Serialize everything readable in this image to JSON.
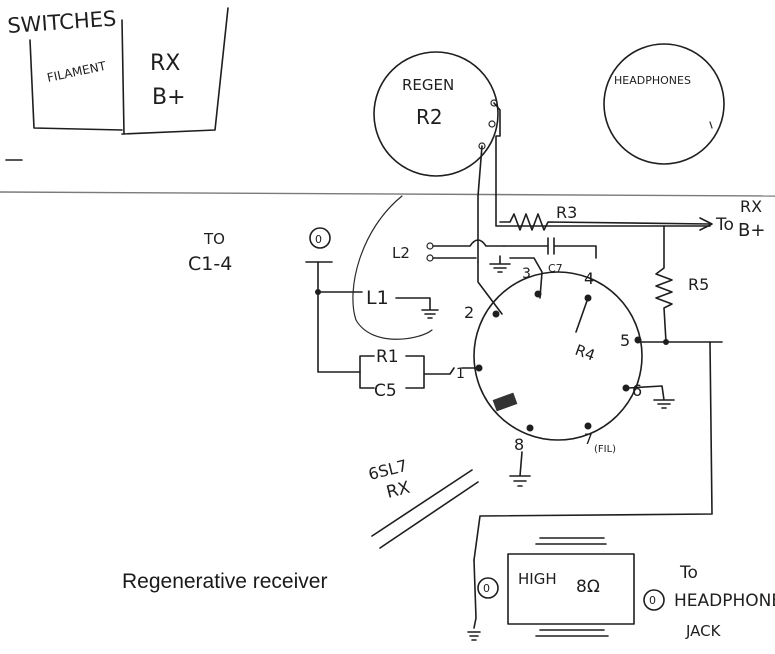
{
  "caption": "Regenerative receiver",
  "labels": {
    "switches": "SWITCHES",
    "filament": "FILAMENT",
    "rx_b_plus_top": "RX",
    "rx_b_plus_bottom": "B+",
    "regen": "REGEN",
    "r2": "R2",
    "headphones": "HEADPHONES",
    "to_c1_4_top": "TO",
    "to_c1_4_bottom": "C1-4",
    "to_c1_4_terminal": "0",
    "l2": "L2",
    "l1": "L1",
    "r3": "R3",
    "to_rx_b_plus_to": "To",
    "to_rx_b_plus_rx": "RX",
    "to_rx_b_plus_b": "B+",
    "c7": "C7",
    "r5": "R5",
    "r1": "R1",
    "c5": "C5",
    "r4": "R4",
    "pin1": "1",
    "pin2": "2",
    "pin3": "3",
    "pin4": "4",
    "pin5": "5",
    "pin6": "6",
    "pin7": "7",
    "pin7_note": "(FIL)",
    "pin8": "8",
    "tube_top": "6SL7",
    "tube_bottom": "RX",
    "transformer_high": "HIGH",
    "transformer_low": "8Ω",
    "terminal_left": "0",
    "terminal_right": "0",
    "to_headphone_to": "To",
    "to_headphone_headphone": "HEADPHONE",
    "to_headphone_jack": "JACK"
  }
}
